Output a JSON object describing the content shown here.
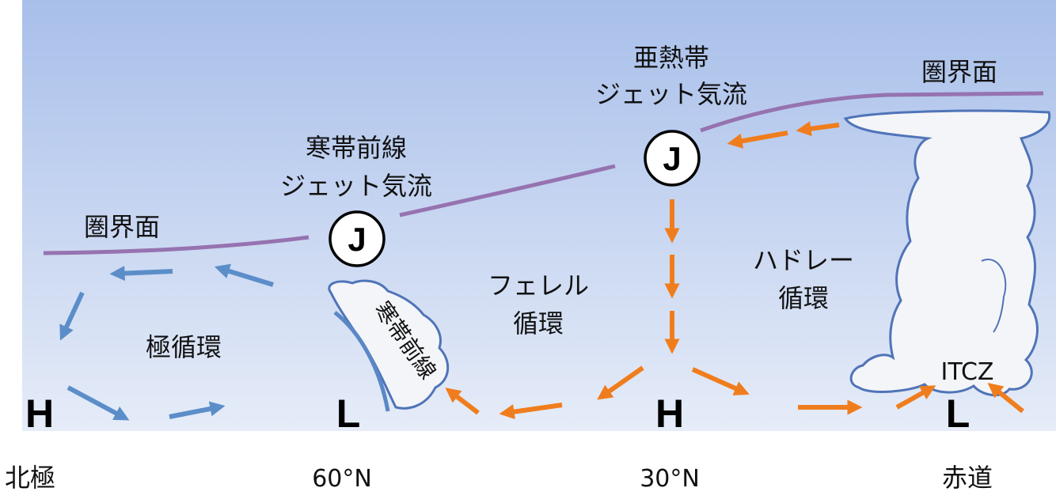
{
  "labels": {
    "tropopause_left": "圏界面",
    "tropopause_right": "圏界面",
    "polar_front_jet_line1": "寒帯前線",
    "polar_front_jet_line2": "ジェット気流",
    "subtropical_jet_line1": "亜熱帯",
    "subtropical_jet_line2": "ジェット気流",
    "polar_cell": "極循環",
    "ferrel_cell_line1": "フェレル",
    "ferrel_cell_line2": "循環",
    "hadley_cell_line1": "ハドレー",
    "hadley_cell_line2": "循環",
    "polar_front": "寒帯前線",
    "itcz": "ITCZ"
  },
  "jets": {
    "polar_front_jet": "J",
    "subtropical_jet": "J"
  },
  "pressure": {
    "north_pole": "H",
    "lat60": "L",
    "lat30": "H",
    "equator": "L"
  },
  "latitudes": {
    "north_pole": "北極",
    "lat60": "60°N",
    "lat30": "30°N",
    "equator": "赤道"
  },
  "colors": {
    "sky_top": "#a8bfea",
    "sky_bottom": "#e6ecf8",
    "tropopause": "#9673b0",
    "polar_arrows": "#5b8ec9",
    "ferrel_hadley_arrows": "#f07d1d",
    "front_line": "#5a87c6",
    "cloud_fill": "#f4f5f8",
    "cloud_outline": "#4f74b8"
  }
}
